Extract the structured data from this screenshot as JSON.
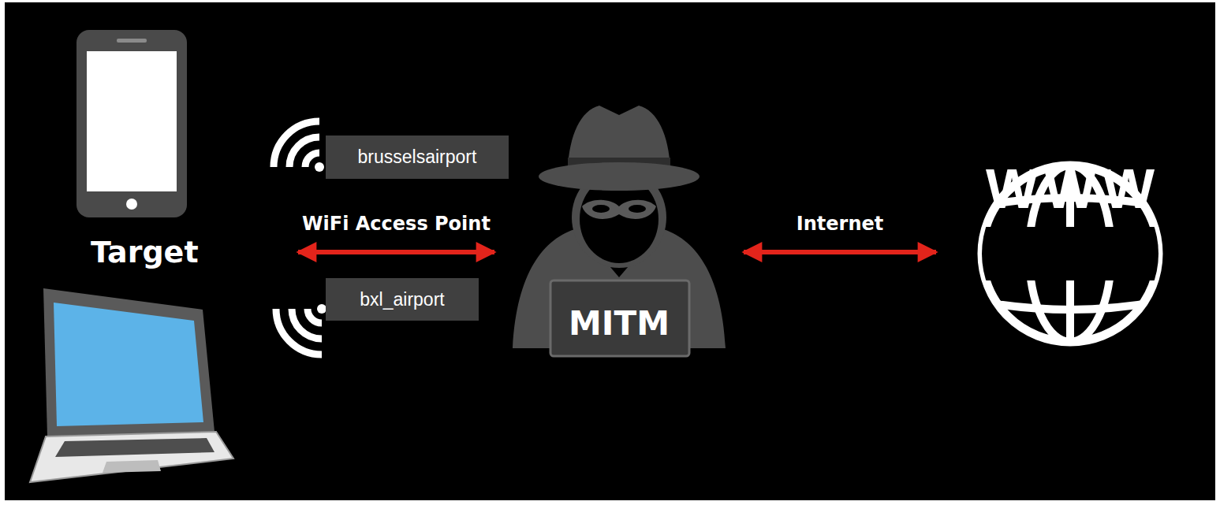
{
  "diagram": {
    "nodes": [
      {
        "text": [
          "Target"
        ]
      },
      {
        "text": [
          "brusselsairport"
        ]
      },
      {
        "text": [
          "bxl_airport"
        ]
      },
      {
        "text": [
          "MITM"
        ]
      },
      {
        "text": [
          "WWW"
        ]
      }
    ],
    "edges": [
      {
        "from": 0,
        "to": 3,
        "arrow": "both",
        "label": "WiFi Access Point"
      },
      {
        "from": 3,
        "to": 4,
        "arrow": "both",
        "label": "Internet"
      }
    ]
  }
}
